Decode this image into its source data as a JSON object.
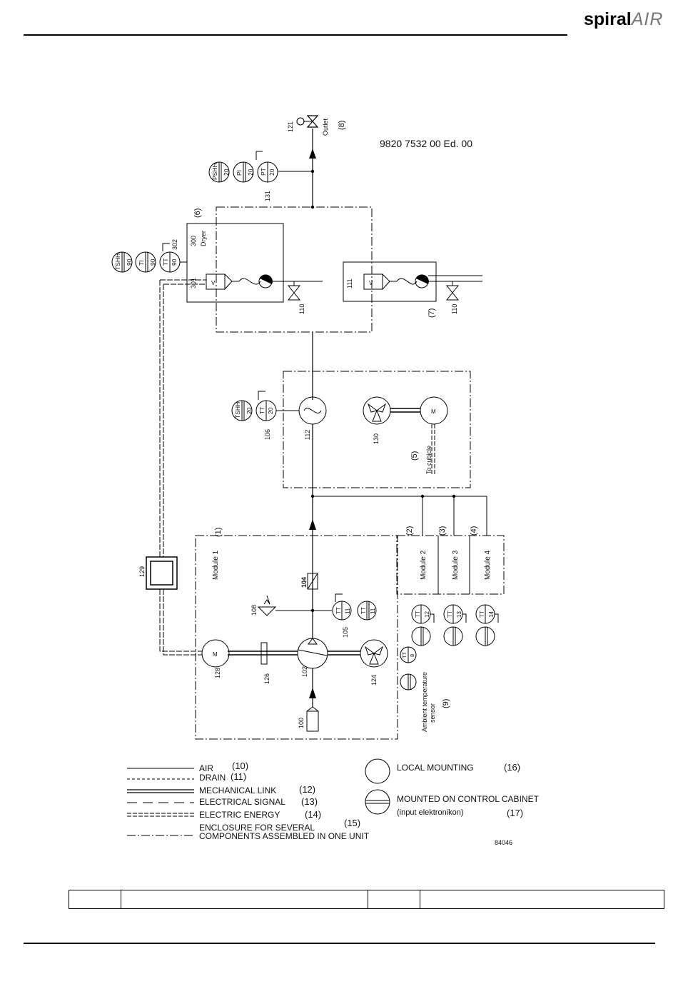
{
  "header": {
    "logo_bold": "spiral",
    "logo_light": "AIR"
  },
  "document": {
    "reference": "9820 7532 00 Ed. 00",
    "figure_number": "84046"
  },
  "outlet": {
    "label": "Outlet",
    "number": "(8)",
    "tag": "121"
  },
  "dryer": {
    "tag": "300",
    "label": "Dryer",
    "number": "(6)",
    "separator_tag": "301",
    "drain_valve_tag": "110"
  },
  "separator2": {
    "tag": "111",
    "number": "(7)",
    "drain_valve_tag": "110"
  },
  "cooler": {
    "cooler_tag": "112",
    "fan_tag": "130",
    "temp_point_tag": "106",
    "number": "(5)",
    "cubicle_label": "To cubicle"
  },
  "module1": {
    "label": "Module 1",
    "number": "(1)",
    "element_tag": "102",
    "motor_tag": "128",
    "fan_tag": "124",
    "coupling_tag": "126",
    "check_valve_tag": "104",
    "safety_valve_tag": "108",
    "temp_point_tag": "105",
    "inlet_filter_tag": "100",
    "cubicle_tag": "129"
  },
  "modules": [
    {
      "label": "Module 2",
      "number": "(2)"
    },
    {
      "label": "Module 3",
      "number": "(3)"
    },
    {
      "label": "Module 4",
      "number": "(4)"
    }
  ],
  "outlet_instruments": {
    "tag": "131",
    "bubbles": [
      {
        "top": "PSHH",
        "bot": "20"
      },
      {
        "top": "PI",
        "bot": "20"
      },
      {
        "top": "PT",
        "bot": "20"
      }
    ]
  },
  "dryer_instruments": {
    "tag": "302",
    "bubbles": [
      {
        "top": "TSHH",
        "bot": "90"
      },
      {
        "top": "TI",
        "bot": "90"
      },
      {
        "top": "TT",
        "bot": "90"
      }
    ]
  },
  "cooler_instruments": {
    "bubbles": [
      {
        "top": "TSHH",
        "bot": "20"
      },
      {
        "top": "TT",
        "bot": "20"
      }
    ]
  },
  "module1_instruments": {
    "bubbles": [
      {
        "top": "TT",
        "bot": "11"
      },
      {
        "top": "TT",
        "bot": "11"
      }
    ]
  },
  "module_instruments": [
    {
      "top": "TT",
      "bot": "12"
    },
    {
      "top": "TT",
      "bot": "13"
    },
    {
      "top": "TT",
      "bot": "14"
    }
  ],
  "ambient": {
    "label_line1": "Ambient temperature",
    "label_line2": "sensor",
    "number": "(9)",
    "bubble_top": "TT",
    "bubble_bot": "8"
  },
  "legend": [
    {
      "label": "AIR",
      "number": "(10)"
    },
    {
      "label": "DRAIN",
      "number": "(11)"
    },
    {
      "label": "MECHANICAL LINK",
      "number": "(12)"
    },
    {
      "label": "ELECTRICAL SIGNAL",
      "number": "(13)"
    },
    {
      "label": "ELECTRIC ENERGY",
      "number": "(14)"
    },
    {
      "label": "ENCLOSURE FOR SEVERAL",
      "label2": "COMPONENTS ASSEMBLED IN ONE UNIT",
      "number": "(15)"
    }
  ],
  "legend_symbols": [
    {
      "label": "LOCAL MOUNTING",
      "number": "(16)"
    },
    {
      "label": "MOUNTED ON CONTROL CABINET",
      "label2": "(input elektronikon)",
      "number": "(17)"
    }
  ],
  "footer_table": {
    "cells": [
      "",
      "",
      "",
      ""
    ]
  }
}
